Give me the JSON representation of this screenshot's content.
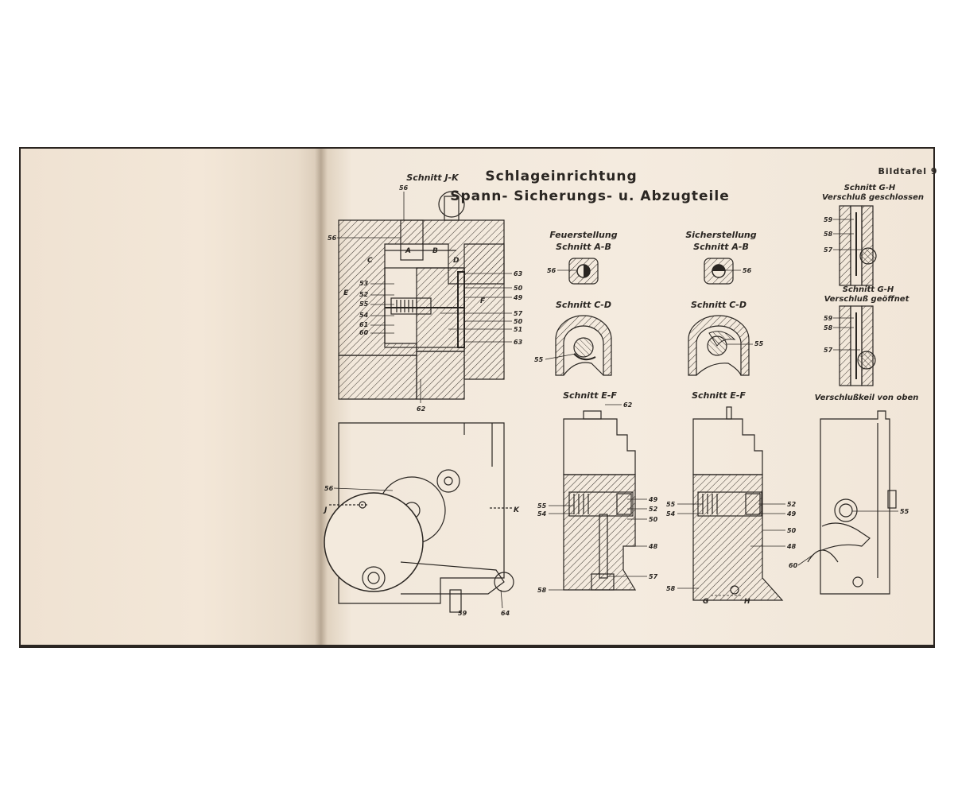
{
  "plate": {
    "number": "Bildtafel 9",
    "title_line1": "Schlageinrichtung",
    "title_line2": "Spann- Sicherungs- u. Abzugteile"
  },
  "views": {
    "schnitt_jk": "Schnitt J-K",
    "feuerstellung": "Feuerstellung",
    "schnitt_ab_1": "Schnitt A-B",
    "sicherstellung": "Sicherstellung",
    "schnitt_ab_2": "Schnitt A-B",
    "schnitt_cd_1": "Schnitt C-D",
    "schnitt_cd_2": "Schnitt C-D",
    "schnitt_gh_1": "Schnitt G-H",
    "verschluss_geschlossen": "Verschluß geschlossen",
    "schnitt_gh_2": "Schnitt G-H",
    "verschluss_geoeffnet": "Verschluß geöffnet",
    "schnitt_ef_1": "Schnitt E-F",
    "schnitt_ef_2": "Schnitt E-F",
    "verschlusskeil": "Verschlußkeil von oben"
  },
  "labels_jk": {
    "n56a": "56",
    "n56b": "56",
    "n63a": "63",
    "n50a": "50",
    "n49a": "49",
    "n57a": "57",
    "n50b": "50",
    "n51": "51",
    "n63b": "63",
    "n62": "62",
    "n53": "53",
    "n52": "52",
    "n55": "55",
    "n54": "54",
    "n61": "61",
    "n60": "60",
    "letter_E": "E",
    "letter_F": "F",
    "letter_C": "C",
    "letter_A": "A",
    "letter_B": "B",
    "letter_D": "D"
  },
  "labels_ab": {
    "n56left": "56",
    "n56right": "56"
  },
  "labels_cd": {
    "n55left": "55",
    "n55right": "55"
  },
  "labels_gh": {
    "n59a": "59",
    "n58a": "58",
    "n57a": "57",
    "n59b": "59",
    "n58b": "58",
    "n57b": "57"
  },
  "labels_side": {
    "n56": "56",
    "letter_J": "J",
    "letter_K": "K",
    "n59": "59",
    "n64": "64"
  },
  "labels_ef1": {
    "n62": "62",
    "n55": "55",
    "n54": "54",
    "n49": "49",
    "n52": "52",
    "n50": "50",
    "n48": "48",
    "n57": "57",
    "n58": "58"
  },
  "labels_ef2": {
    "n55": "55",
    "n54": "54",
    "n52": "52",
    "n49": "49",
    "n50": "50",
    "n48": "48",
    "n58": "58",
    "letter_G": "G",
    "letter_H": "H"
  },
  "labels_keil": {
    "n55": "55",
    "n60": "60"
  }
}
